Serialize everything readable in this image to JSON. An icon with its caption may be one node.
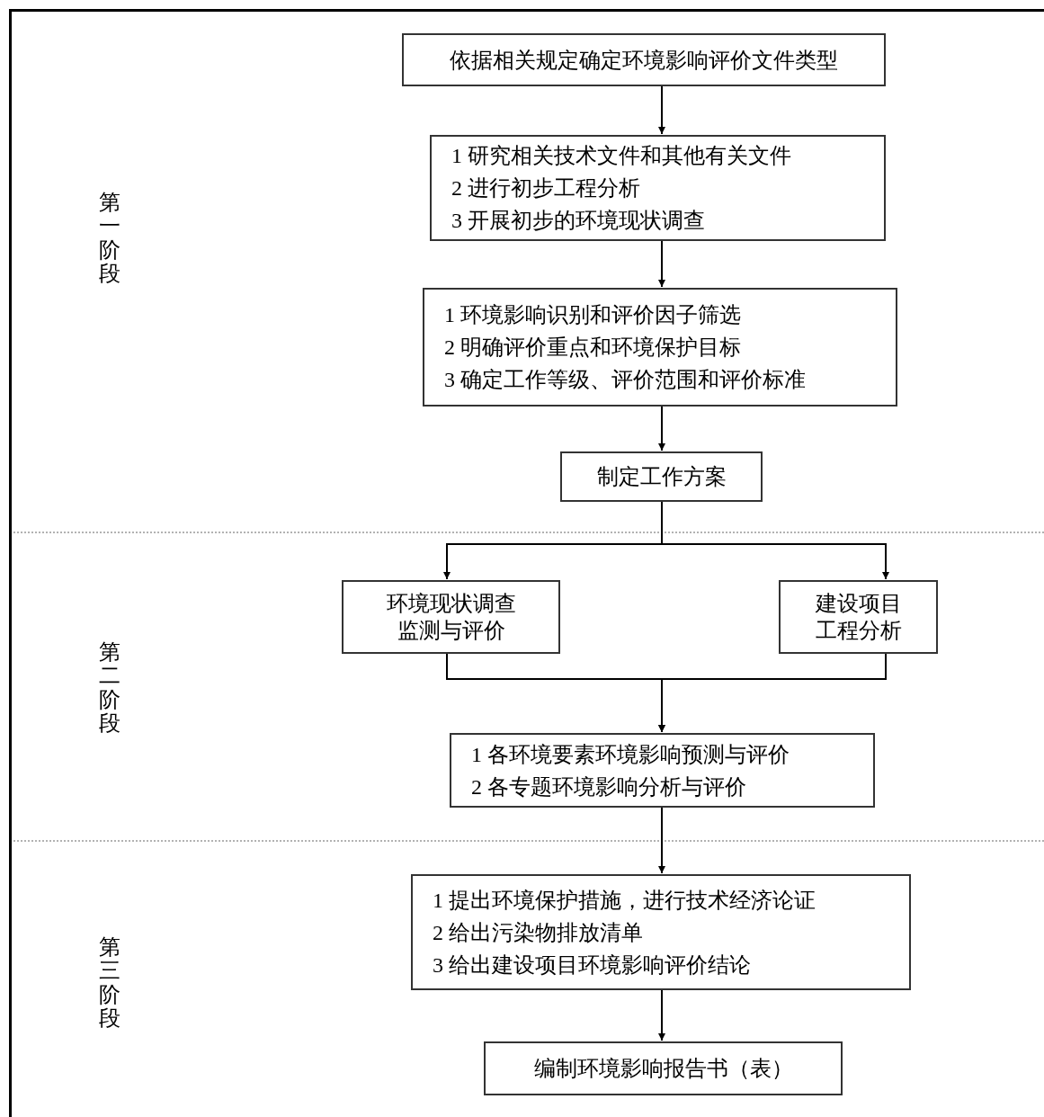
{
  "diagram": {
    "nodes": [
      {
        "text": [
          "依据相关规定确定环境影响评价文件类型"
        ]
      },
      {
        "text": [
          "1 研究相关技术文件和其他有关文件",
          "2 进行初步工程分析",
          "3 开展初步的环境现状调查"
        ]
      },
      {
        "text": [
          "1 环境影响识别和评价因子筛选",
          "2 明确评价重点和环境保护目标",
          "3 确定工作等级、评价范围和评价标准"
        ]
      },
      {
        "text": [
          "制定工作方案"
        ]
      },
      {
        "text": [
          "环境现状调查监测与评价"
        ]
      },
      {
        "text": [
          "建设项目工程分析"
        ]
      },
      {
        "text": [
          "1 各环境要素环境影响预测与评价",
          "2 各专题环境影响分析与评价"
        ]
      },
      {
        "text": [
          "1 提出环境保护措施，进行技术经济论证",
          "2 给出污染物排放清单",
          "3 给出建设项目环境影响评价结论"
        ]
      },
      {
        "text": [
          "编制环境影响报告书（表）"
        ]
      }
    ],
    "edges": [
      {
        "from": 0,
        "to": 1,
        "arrow": "to"
      },
      {
        "from": 1,
        "to": 2,
        "arrow": "to"
      },
      {
        "from": 2,
        "to": 3,
        "arrow": "to"
      },
      {
        "from": 3,
        "to": 4,
        "arrow": "to"
      },
      {
        "from": 3,
        "to": 5,
        "arrow": "to"
      },
      {
        "from": 4,
        "to": 6,
        "arrow": "to"
      },
      {
        "from": 5,
        "to": 6,
        "arrow": "to"
      },
      {
        "from": 6,
        "to": 7,
        "arrow": "to"
      },
      {
        "from": 7,
        "to": 8,
        "arrow": "to"
      }
    ],
    "labels": [
      "第一阶段",
      "第二阶段",
      "第三阶段"
    ]
  }
}
